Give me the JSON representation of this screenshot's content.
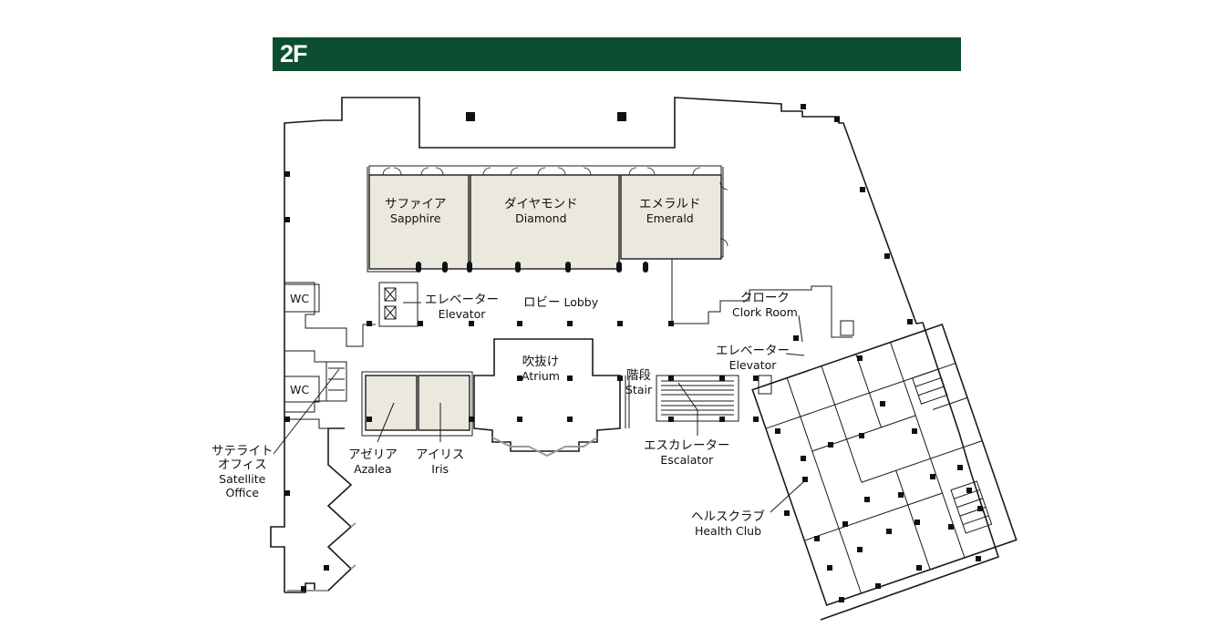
{
  "floor": {
    "label": "2F",
    "banner_color": "#0b4e32"
  },
  "room_fill_color": "#ebe8dd",
  "labels": {
    "sapphire": {
      "jp": "サファイア",
      "en": "Sapphire"
    },
    "diamond": {
      "jp": "ダイヤモンド",
      "en": "Diamond"
    },
    "emerald": {
      "jp": "エメラルド",
      "en": "Emerald"
    },
    "wc_upper": {
      "en": "WC"
    },
    "wc_lower": {
      "en": "WC"
    },
    "elevator_lobby": {
      "jp": "エレベーター",
      "en": "Elevator"
    },
    "lobby": {
      "jp": "ロビー",
      "en": "Lobby"
    },
    "cloak": {
      "jp": "クローク",
      "en": "Clork Room"
    },
    "elevator_east": {
      "jp": "エレベーター",
      "en": "Elevator"
    },
    "atrium": {
      "jp": "吹抜け",
      "en": "Atrium"
    },
    "stair": {
      "jp": "階段",
      "en": "Stair"
    },
    "satellite": {
      "jp1": "サテライト",
      "jp2": "オフィス",
      "en1": "Satellite",
      "en2": "Office"
    },
    "azalea": {
      "jp": "アゼリア",
      "en": "Azalea"
    },
    "iris": {
      "jp": "アイリス",
      "en": "Iris"
    },
    "escalator": {
      "jp": "エスカレーター",
      "en": "Escalator"
    },
    "health": {
      "jp": "ヘルスクラブ",
      "en": "Health Club"
    }
  }
}
